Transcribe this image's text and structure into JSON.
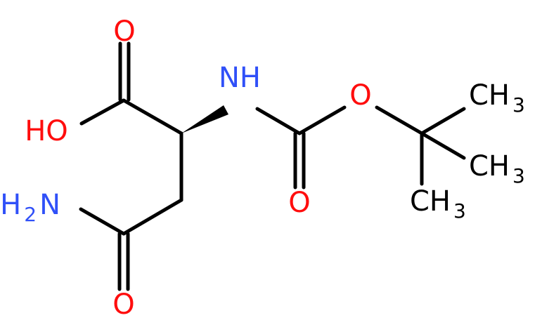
{
  "colors": {
    "oxygen": "#ff0d0d",
    "nitrogen": "#3050f8",
    "carbon": "#000000",
    "background": "#ffffff"
  },
  "atoms": {
    "acid_carbonyl_o": "O",
    "acid_hydroxyl": "HO",
    "amide_n": "H",
    "amide_n_sub": "2",
    "amide_n_tail": "N",
    "amide_o": "O",
    "carbamate_nh": "NH",
    "carbamate_carbonyl_o": "O",
    "ester_o": "O",
    "methyl_1": "CH",
    "methyl_1_sub": "3",
    "methyl_2": "CH",
    "methyl_2_sub": "3",
    "methyl_3": "CH",
    "methyl_3_sub": "3"
  }
}
